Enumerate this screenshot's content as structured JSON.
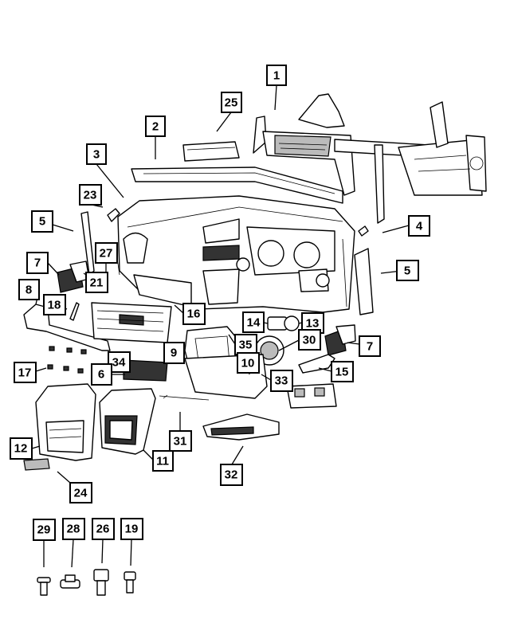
{
  "callouts": [
    {
      "id": "c1",
      "label": "1"
    },
    {
      "id": "c25",
      "label": "25"
    },
    {
      "id": "c2",
      "label": "2"
    },
    {
      "id": "c3",
      "label": "3"
    },
    {
      "id": "c23",
      "label": "23"
    },
    {
      "id": "c5a",
      "label": "5"
    },
    {
      "id": "c4",
      "label": "4"
    },
    {
      "id": "c5b",
      "label": "5"
    },
    {
      "id": "c27",
      "label": "27"
    },
    {
      "id": "c7a",
      "label": "7"
    },
    {
      "id": "c21",
      "label": "21"
    },
    {
      "id": "c8",
      "label": "8"
    },
    {
      "id": "c18",
      "label": "18"
    },
    {
      "id": "c16",
      "label": "16"
    },
    {
      "id": "c14",
      "label": "14"
    },
    {
      "id": "c13",
      "label": "13"
    },
    {
      "id": "c9",
      "label": "9"
    },
    {
      "id": "c35",
      "label": "35"
    },
    {
      "id": "c30",
      "label": "30"
    },
    {
      "id": "c7b",
      "label": "7"
    },
    {
      "id": "c10",
      "label": "10"
    },
    {
      "id": "c34",
      "label": "34"
    },
    {
      "id": "c17",
      "label": "17"
    },
    {
      "id": "c6",
      "label": "6"
    },
    {
      "id": "c33",
      "label": "33"
    },
    {
      "id": "c15",
      "label": "15"
    },
    {
      "id": "c12",
      "label": "12"
    },
    {
      "id": "c31",
      "label": "31"
    },
    {
      "id": "c11",
      "label": "11"
    },
    {
      "id": "c32",
      "label": "32"
    },
    {
      "id": "c24",
      "label": "24"
    },
    {
      "id": "c29",
      "label": "29"
    },
    {
      "id": "c28",
      "label": "28"
    },
    {
      "id": "c26",
      "label": "26"
    },
    {
      "id": "c19",
      "label": "19"
    }
  ]
}
